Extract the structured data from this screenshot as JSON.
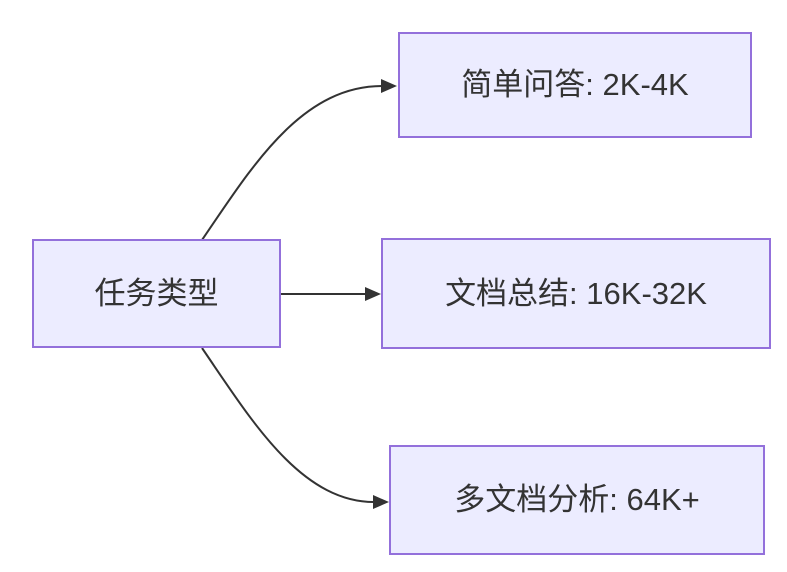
{
  "diagram": {
    "type": "flowchart",
    "direction": "LR",
    "nodes": [
      {
        "id": "task-type",
        "label": "任务类型"
      },
      {
        "id": "simple-qa",
        "label": "简单问答: 2K-4K"
      },
      {
        "id": "doc-summary",
        "label": "文档总结: 16K-32K"
      },
      {
        "id": "multi-doc-analysis",
        "label": "多文档分析: 64K+"
      }
    ],
    "edges": [
      {
        "from": "任务类型",
        "to": "简单问答: 2K-4K"
      },
      {
        "from": "任务类型",
        "to": "文档总结: 16K-32K"
      },
      {
        "from": "任务类型",
        "to": "多文档分析: 64K+"
      }
    ],
    "colors": {
      "background": "#ffffff",
      "node_fill": "#ECECFF",
      "node_border": "#9370DB",
      "edge": "#333333",
      "text": "#333333"
    }
  }
}
